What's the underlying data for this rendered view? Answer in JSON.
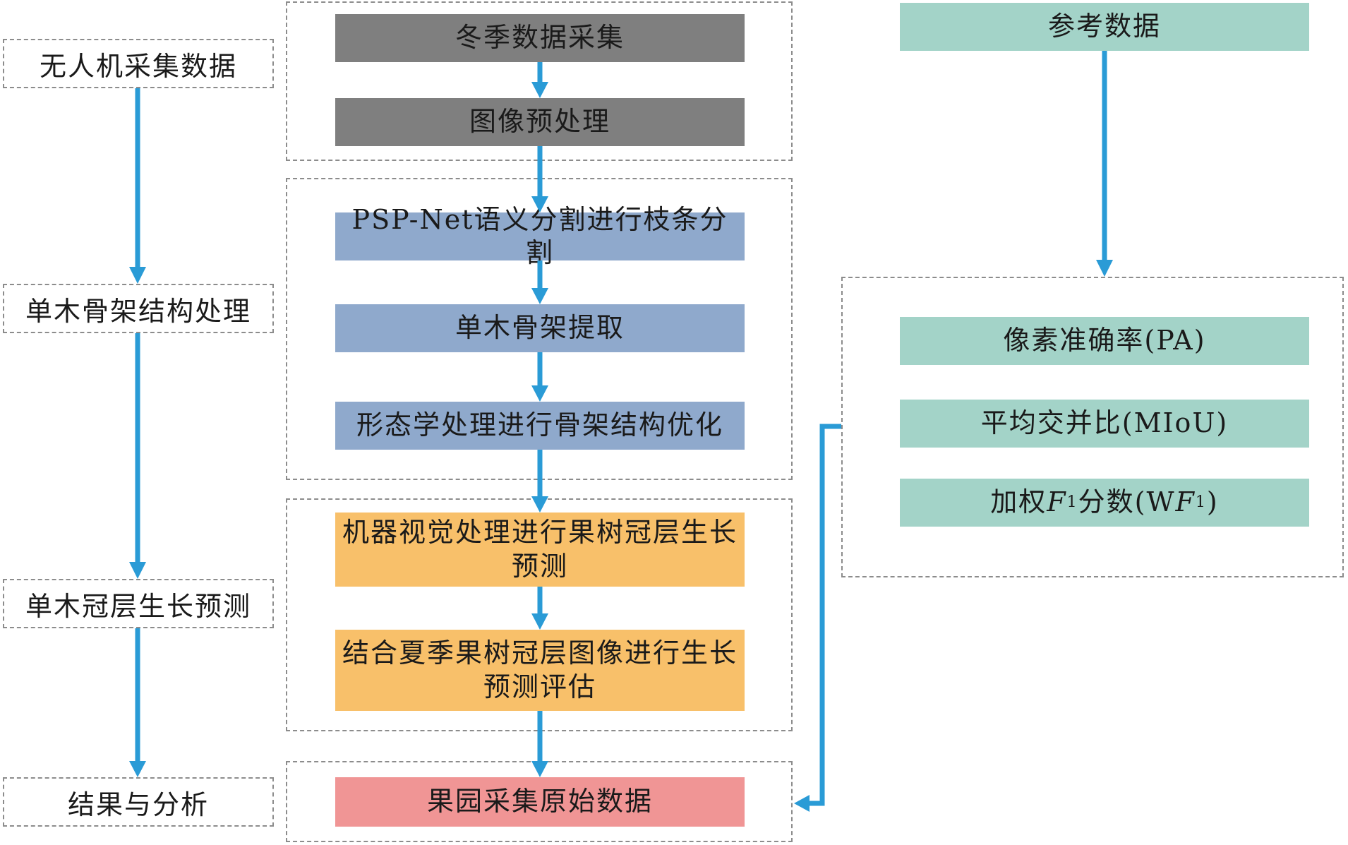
{
  "stages": [
    {
      "id": "uav",
      "label": "无人机采集数据"
    },
    {
      "id": "skeleton",
      "label": "单木骨架结构处理"
    },
    {
      "id": "canopy",
      "label": "单木冠层生长预测"
    },
    {
      "id": "result",
      "label": "结果与分析"
    }
  ],
  "process": {
    "winter_collect": "冬季数据采集",
    "preprocess": "图像预处理",
    "pspnet": "PSP-Net语义分割进行枝条分割",
    "skeleton_extract": "单木骨架提取",
    "morphology": "形态学处理进行骨架结构优化",
    "vision_predict_line1": "机器视觉处理进行果树冠层生长",
    "vision_predict_line2": "预测",
    "summer_eval_line1": "结合夏季果树冠层图像进行生长",
    "summer_eval_line2": "预测评估",
    "orchard_raw": "果园采集原始数据"
  },
  "reference": {
    "title": "参考数据",
    "pa": "像素准确率(PA)",
    "miou": "平均交并比(MIoU)",
    "wf1_prefix": "加权",
    "wf1_F": "F",
    "wf1_sub": "1",
    "wf1_mid": "分数(W",
    "wf1_F2": "F",
    "wf1_sub2": "1",
    "wf1_suffix": ")"
  },
  "colors": {
    "gray": "#7f7f7f",
    "blue": "#8fa9cc",
    "orange": "#f8c06a",
    "pink": "#f09595",
    "teal": "#a3d3c8",
    "arrow": "#2a9bd6"
  }
}
